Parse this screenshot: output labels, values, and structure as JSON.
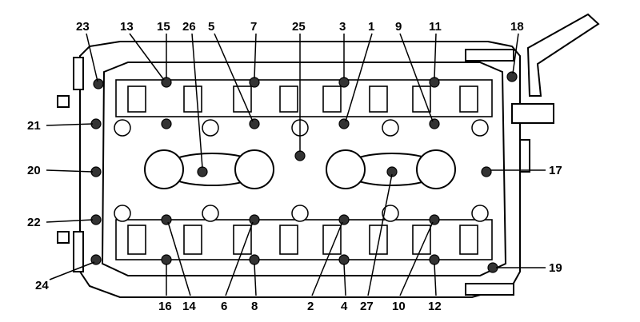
{
  "diagram": {
    "bolt_labels": {
      "b1": "1",
      "b2": "2",
      "b3": "3",
      "b4": "4",
      "b5": "5",
      "b6": "6",
      "b7": "7",
      "b8": "8",
      "b9": "9",
      "b10": "10",
      "b11": "11",
      "b12": "12",
      "b13": "13",
      "b14": "14",
      "b15": "15",
      "b16": "16",
      "b17": "17",
      "b18": "18",
      "b19": "19",
      "b20": "20",
      "b21": "21",
      "b22": "22",
      "b23": "23",
      "b24": "24",
      "b25": "25",
      "b26": "26",
      "b27": "27"
    }
  }
}
